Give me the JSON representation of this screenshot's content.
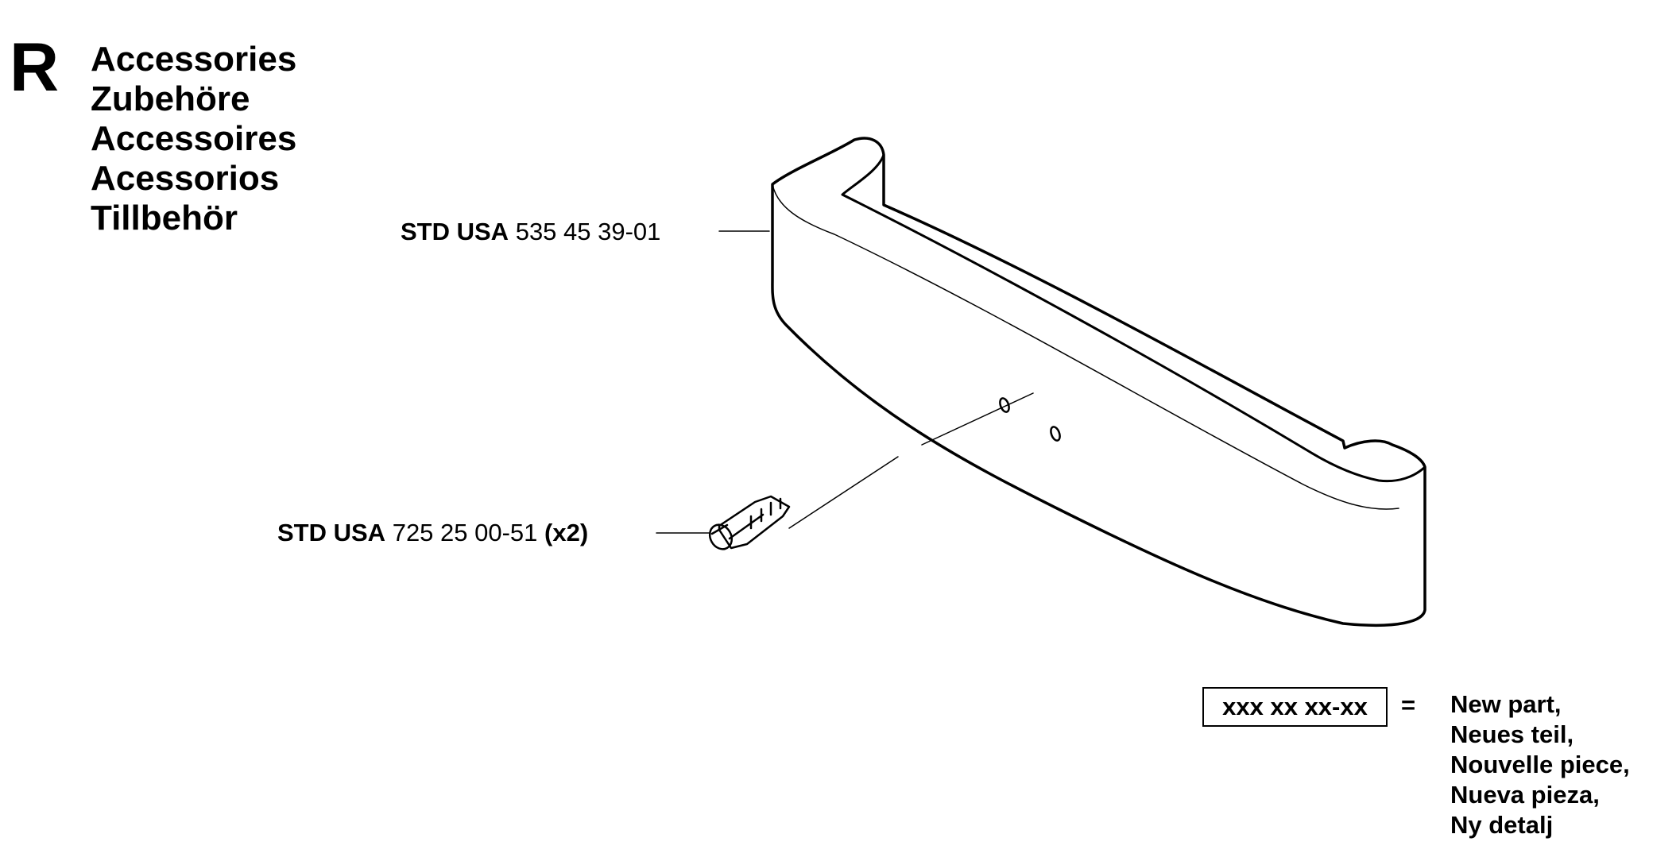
{
  "section": {
    "letter": "R",
    "titles": [
      "Accessories",
      "Zubehöre",
      "Accessoires",
      "Acessorios",
      "Tillbehör"
    ]
  },
  "parts": [
    {
      "prefix": "STD USA",
      "number": "535 45 39-01",
      "qty": ""
    },
    {
      "prefix": "STD USA",
      "number": "725 25 00-51",
      "qty": "(x2)"
    }
  ],
  "legend": {
    "code": "xxx xx xx-xx",
    "equals": "=",
    "meanings": [
      "New part,",
      "Neues teil,",
      "Nouvelle piece,",
      "Nueva pieza,",
      "Ny detalj"
    ]
  }
}
